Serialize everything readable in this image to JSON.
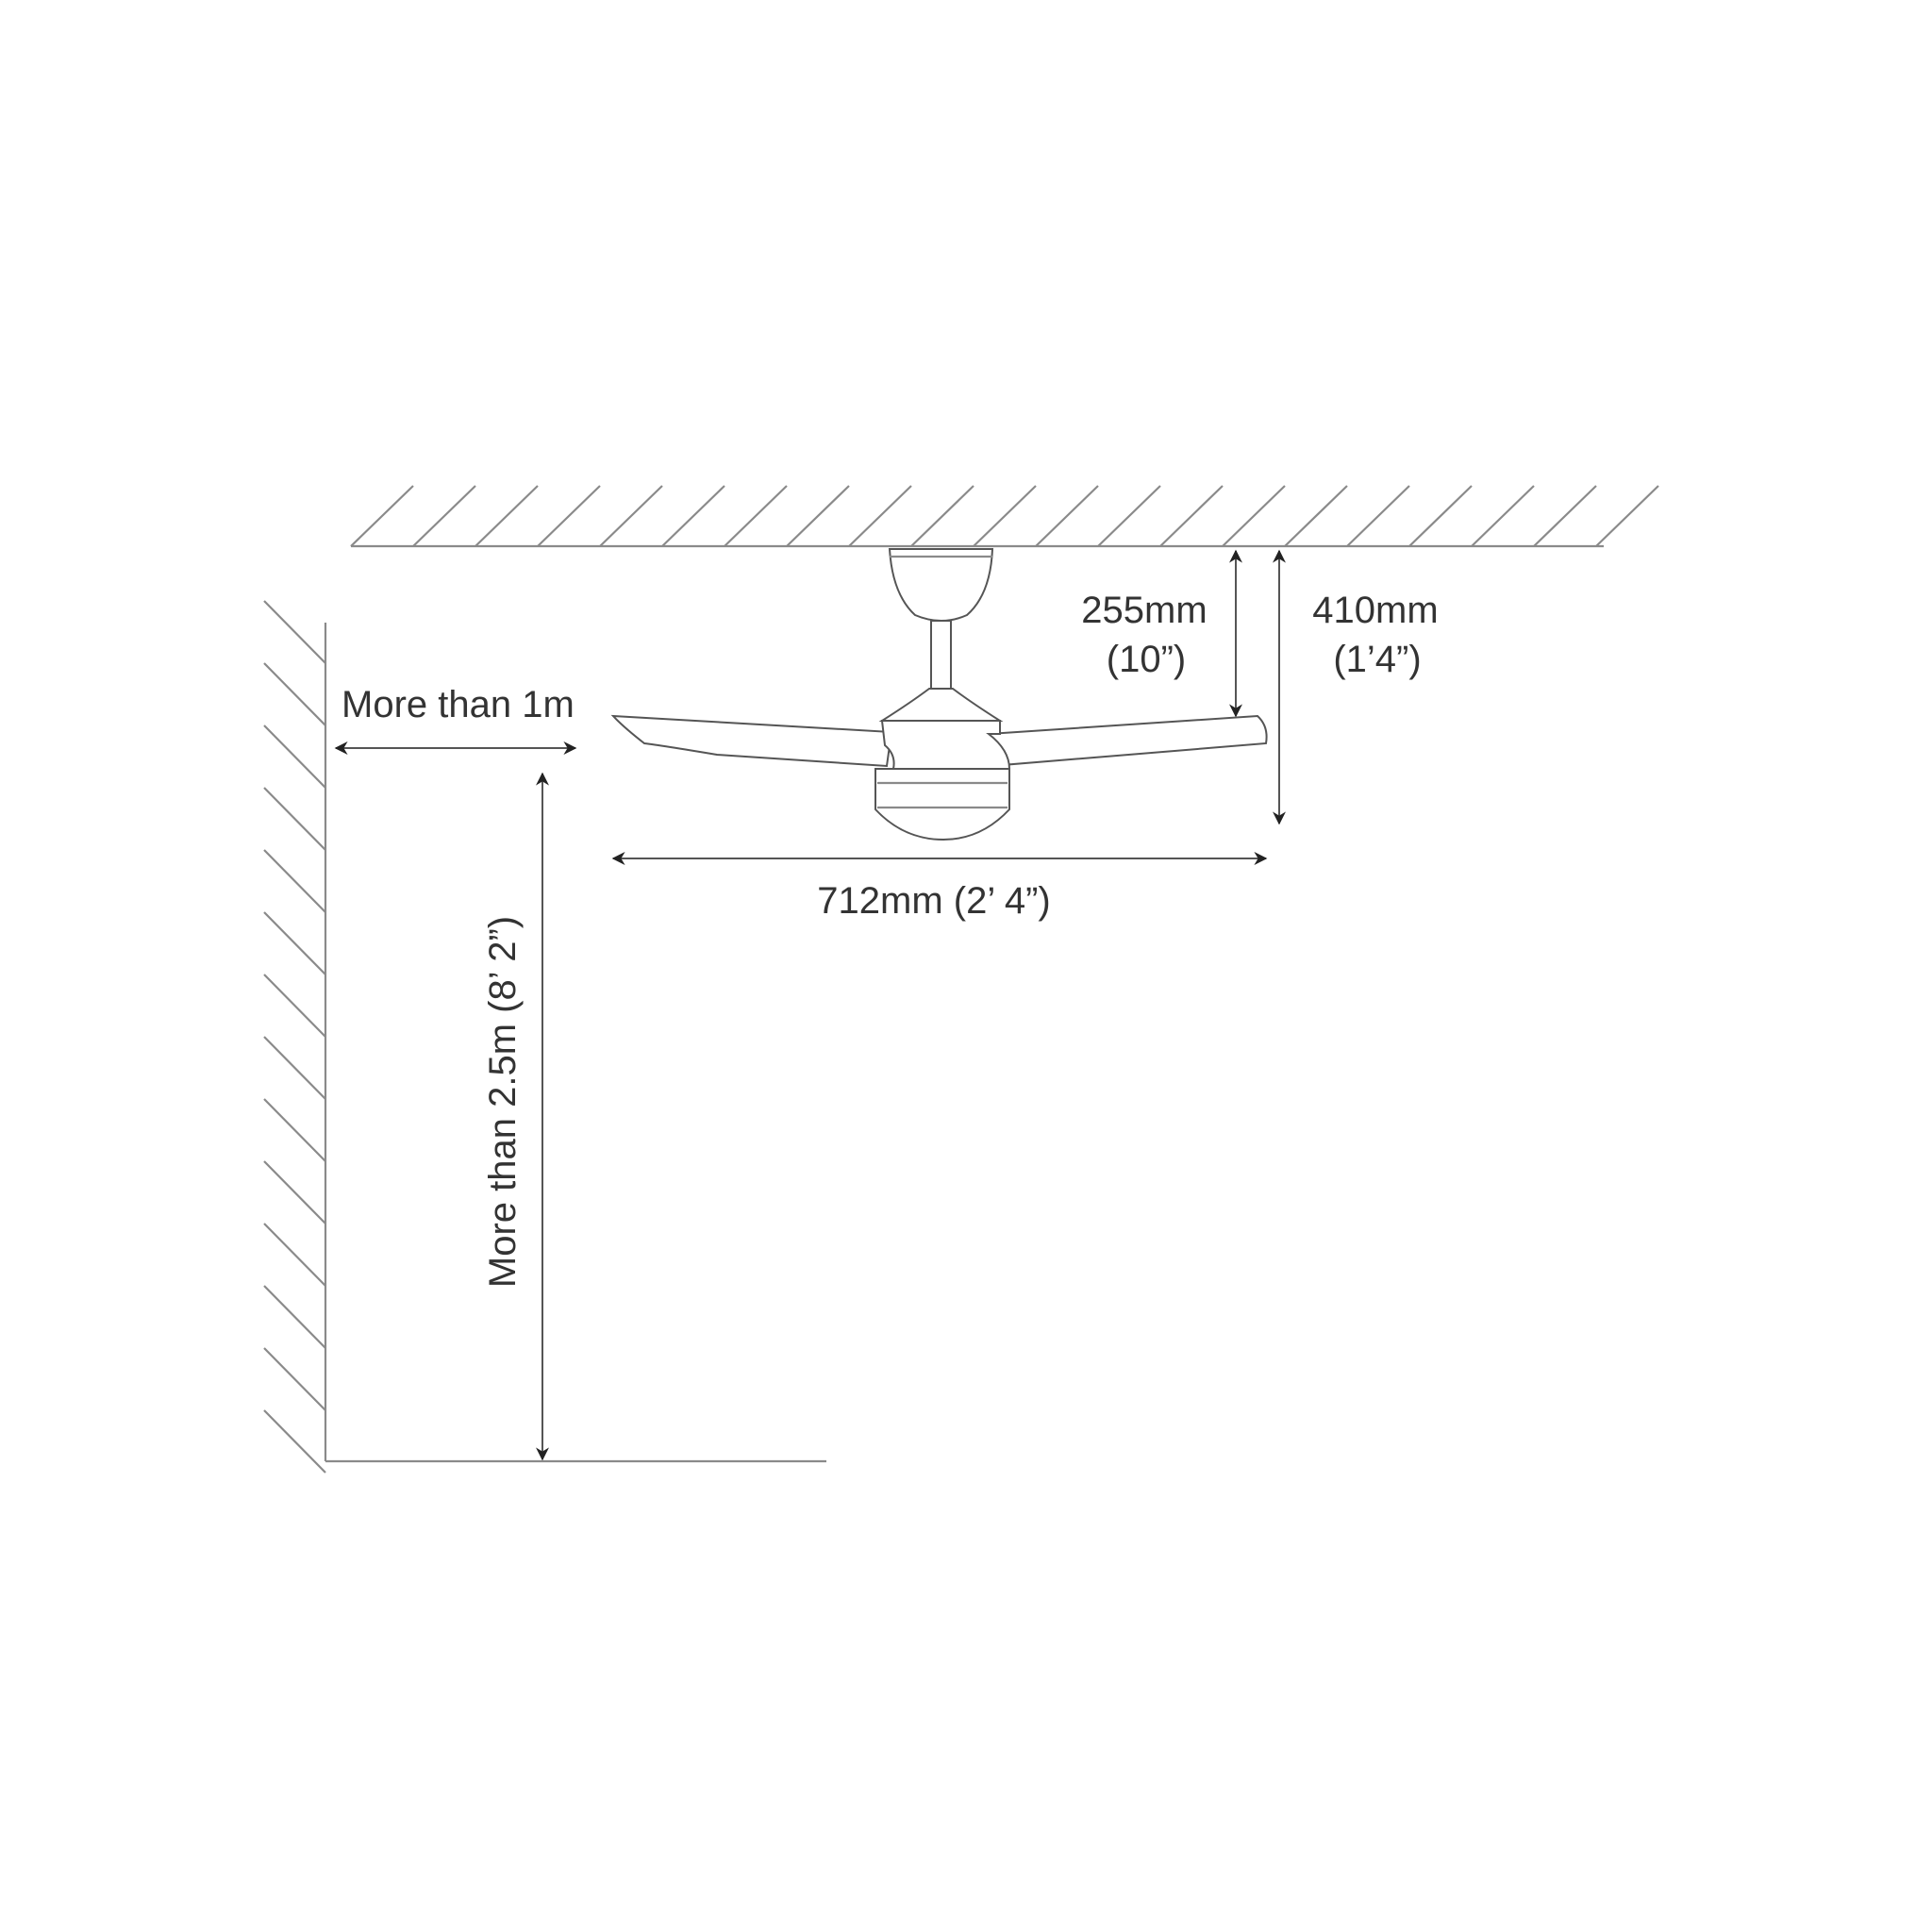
{
  "diagram": {
    "clearances": {
      "wall_clearance": "More than 1m",
      "floor_clearance": "More than 2.5m (8’ 2”)"
    },
    "dimensions": {
      "downrod_mm": "255mm",
      "downrod_in": "(10”)",
      "total_height_mm": "410mm",
      "total_height_in": "(1’4”)",
      "span": "712mm (2’ 4”)"
    },
    "colors": {
      "line": "#8a8a8a",
      "text": "#333333"
    }
  }
}
